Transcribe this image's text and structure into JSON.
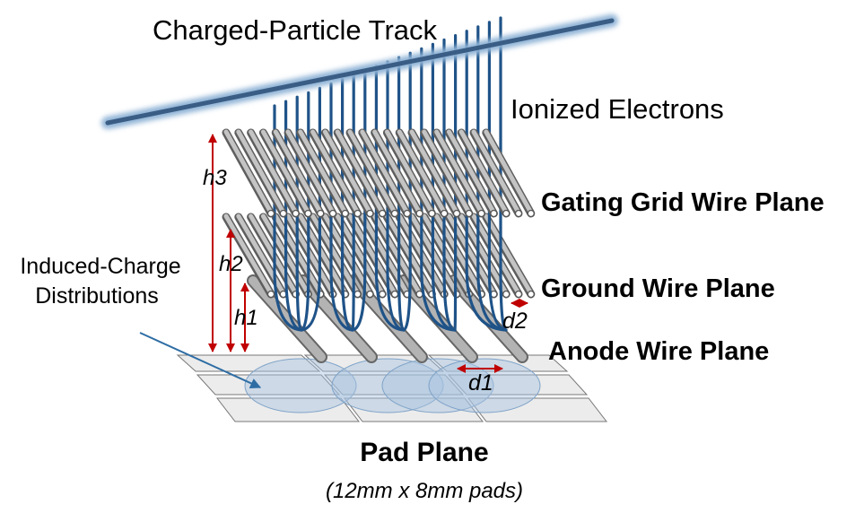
{
  "labels": {
    "track": "Charged-Particle Track",
    "electrons": "Ionized Electrons",
    "gating": "Gating Grid Wire Plane",
    "ground": "Ground Wire Plane",
    "anode": "Anode Wire Plane",
    "induced_line1": "Induced-Charge",
    "induced_line2": "Distributions",
    "pad_plane": "Pad Plane",
    "pad_size": "(12mm x 8mm pads)"
  },
  "dimensions": {
    "h1": "h1",
    "h2": "h2",
    "h3": "h3",
    "d1": "d1",
    "d2": "d2"
  },
  "colors": {
    "track": "#3a5d85",
    "electron": "#1f5388",
    "wire": "#9a9a9a",
    "dimension": "#c00000",
    "charge_cloud": "#a8c4e0",
    "pointer": "#2e6da4"
  }
}
